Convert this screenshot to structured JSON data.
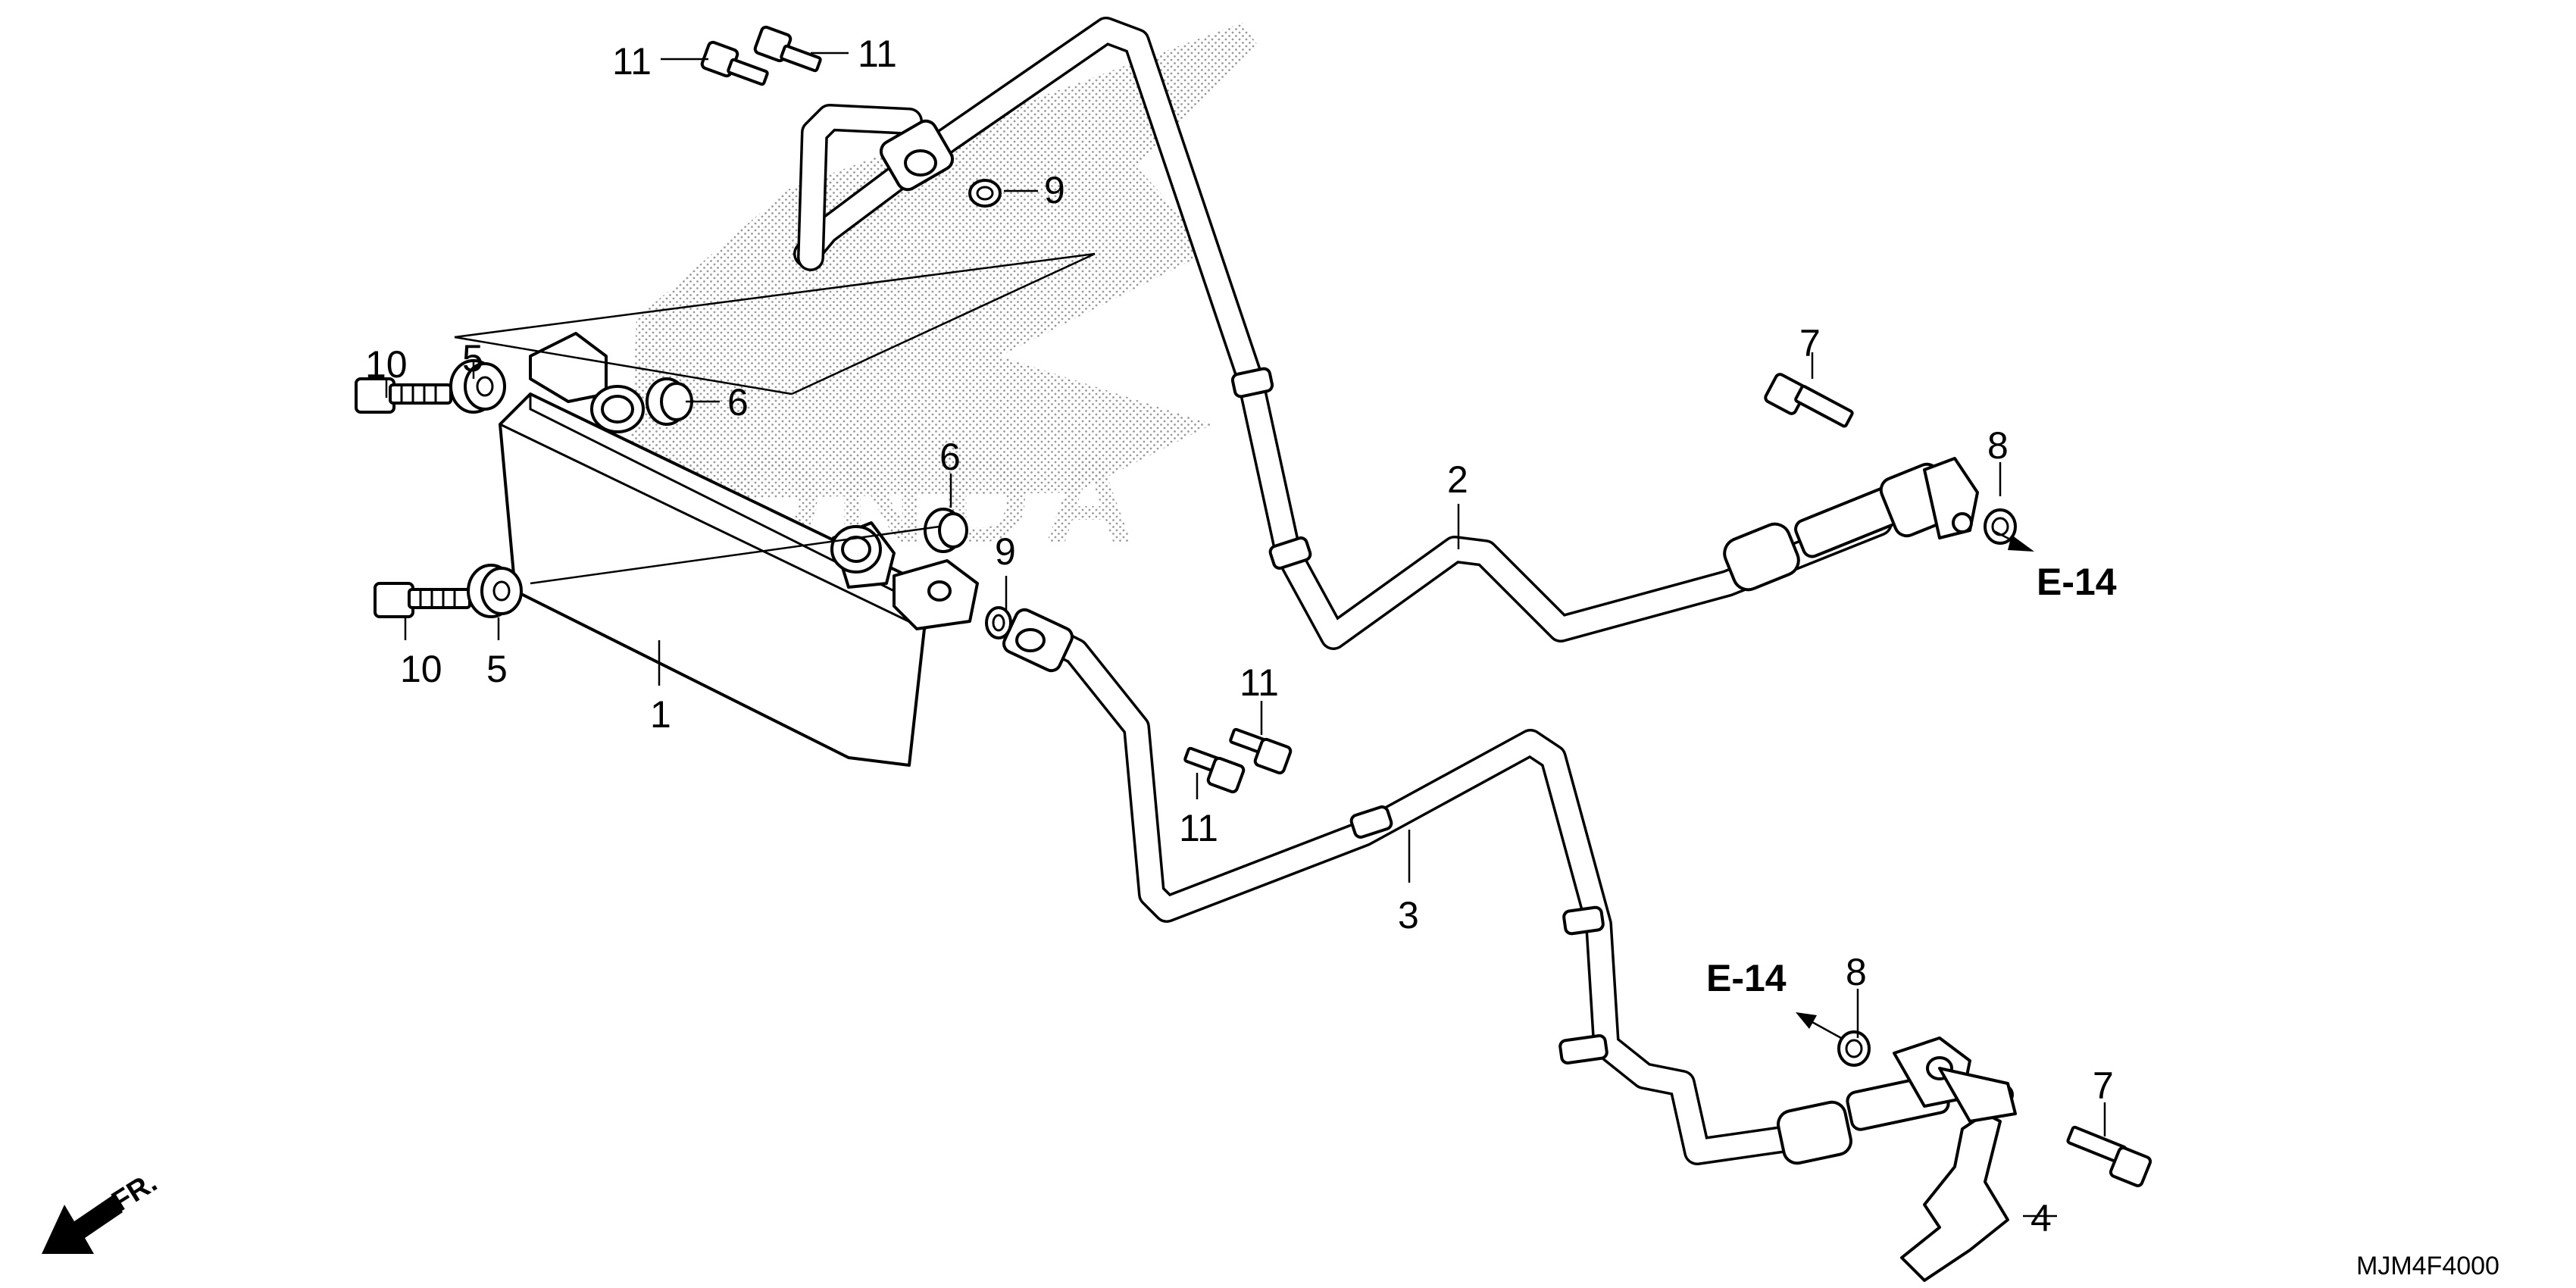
{
  "diagram": {
    "watermark": "HONDA",
    "part_code": "MJM4F4000",
    "front_marker": "FR.",
    "references": [
      "E-14",
      "E-14"
    ],
    "callouts": [
      {
        "id": "c1",
        "label": "1"
      },
      {
        "id": "c2",
        "label": "2"
      },
      {
        "id": "c3",
        "label": "3"
      },
      {
        "id": "c4",
        "label": "4"
      },
      {
        "id": "c5a",
        "label": "5"
      },
      {
        "id": "c5b",
        "label": "5"
      },
      {
        "id": "c6a",
        "label": "6"
      },
      {
        "id": "c6b",
        "label": "6"
      },
      {
        "id": "c7a",
        "label": "7"
      },
      {
        "id": "c7b",
        "label": "7"
      },
      {
        "id": "c8a",
        "label": "8"
      },
      {
        "id": "c8b",
        "label": "8"
      },
      {
        "id": "c9a",
        "label": "9"
      },
      {
        "id": "c9b",
        "label": "9"
      },
      {
        "id": "c10a",
        "label": "10"
      },
      {
        "id": "c10b",
        "label": "10"
      },
      {
        "id": "c11a",
        "label": "11"
      },
      {
        "id": "c11b",
        "label": "11"
      },
      {
        "id": "c11c",
        "label": "11"
      },
      {
        "id": "c11d",
        "label": "11"
      }
    ]
  }
}
